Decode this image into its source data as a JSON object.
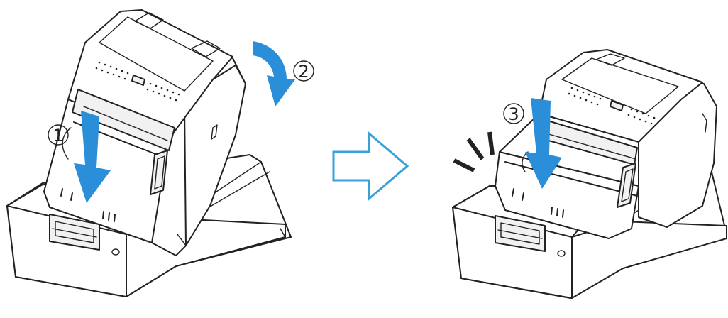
{
  "steps": [
    {
      "number": "1",
      "glyph": "①",
      "action": "press-down"
    },
    {
      "number": "2",
      "glyph": "②",
      "action": "rotate-back"
    },
    {
      "number": "3",
      "glyph": "③",
      "action": "press-down"
    }
  ],
  "colors": {
    "action_arrow": "#2a8fd8",
    "transition_arrow": "#3aa0d8",
    "line": "#222222",
    "background": "#ffffff"
  },
  "icons": {
    "step_arrow": "down-arrow-icon",
    "rotate_arrow": "curved-arrow-icon",
    "transition": "right-outline-arrow-icon",
    "click_marks": "click-sound-icon"
  }
}
